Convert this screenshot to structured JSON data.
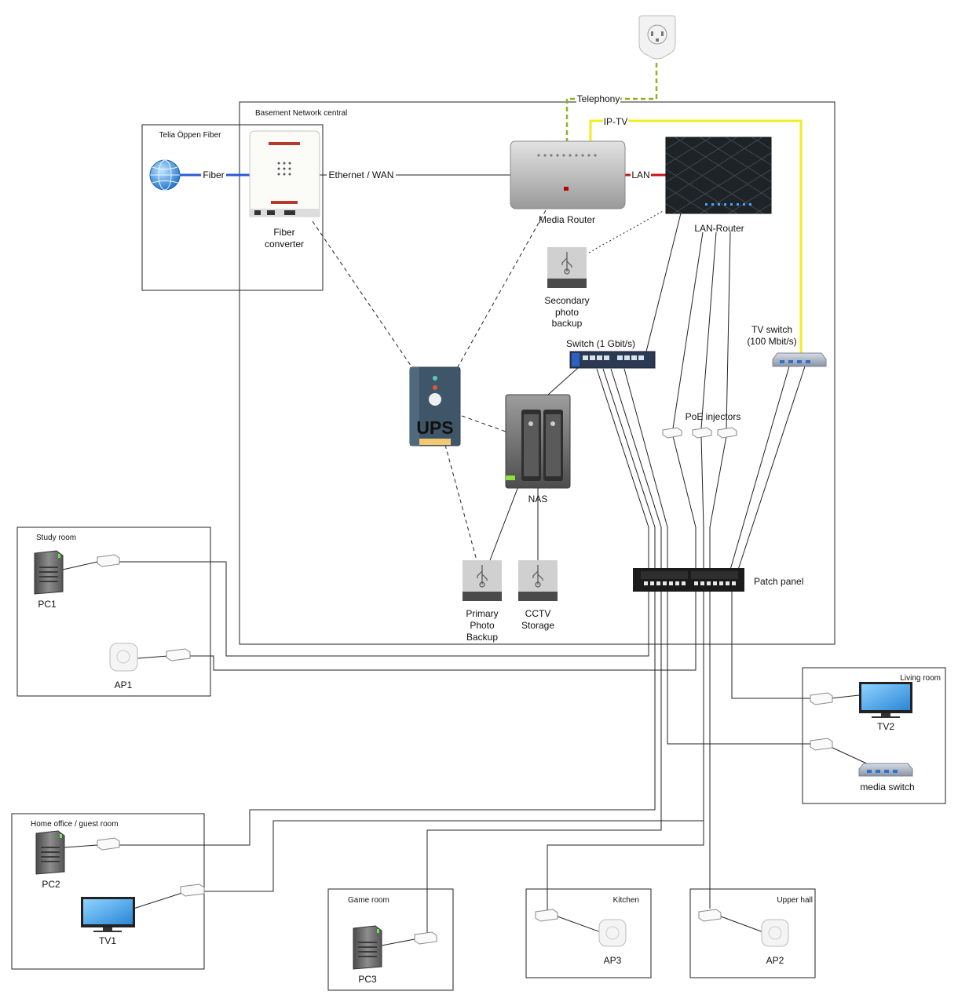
{
  "zones": {
    "basement": "Basement Network central",
    "telia": "Telia Öppen Fiber",
    "study": "Study room",
    "living": "Living room",
    "home_office": "Home office / guest room",
    "game": "Game room",
    "kitchen": "Kitchen",
    "upper_hall": "Upper hall"
  },
  "links": {
    "fiber": "Fiber",
    "ethernet_wan": "Ethernet / WAN",
    "lan": "LAN",
    "telephony": "Telephony",
    "iptv": "IP-TV"
  },
  "devices": {
    "fiber_converter": [
      "Fiber",
      "converter"
    ],
    "media_router": "Media Router",
    "lan_router": "LAN-Router",
    "secondary_backup": [
      "Secondary",
      "photo",
      "backup"
    ],
    "switch_1g": "Switch (1 Gbit/s)",
    "tv_switch": [
      "TV switch",
      "(100 Mbit/s)"
    ],
    "poe_injectors": "PoE injectors",
    "nas": "NAS",
    "patch_panel": "Patch panel",
    "primary_backup": [
      "Primary",
      "Photo",
      "Backup"
    ],
    "cctv": [
      "CCTV",
      "Storage"
    ],
    "pc1": "PC1",
    "ap1": "AP1",
    "tv2": "TV2",
    "media_switch": "media switch",
    "pc2": "PC2",
    "tv1": "TV1",
    "pc3": "PC3",
    "ap3": "AP3",
    "ap2": "AP2"
  },
  "icons": {
    "ups_label": "UPS"
  },
  "colors": {
    "fiber": "#2a5bd7",
    "lan": "#cc1111",
    "telephony": "#8fb02a",
    "iptv": "#f2ee1e"
  }
}
